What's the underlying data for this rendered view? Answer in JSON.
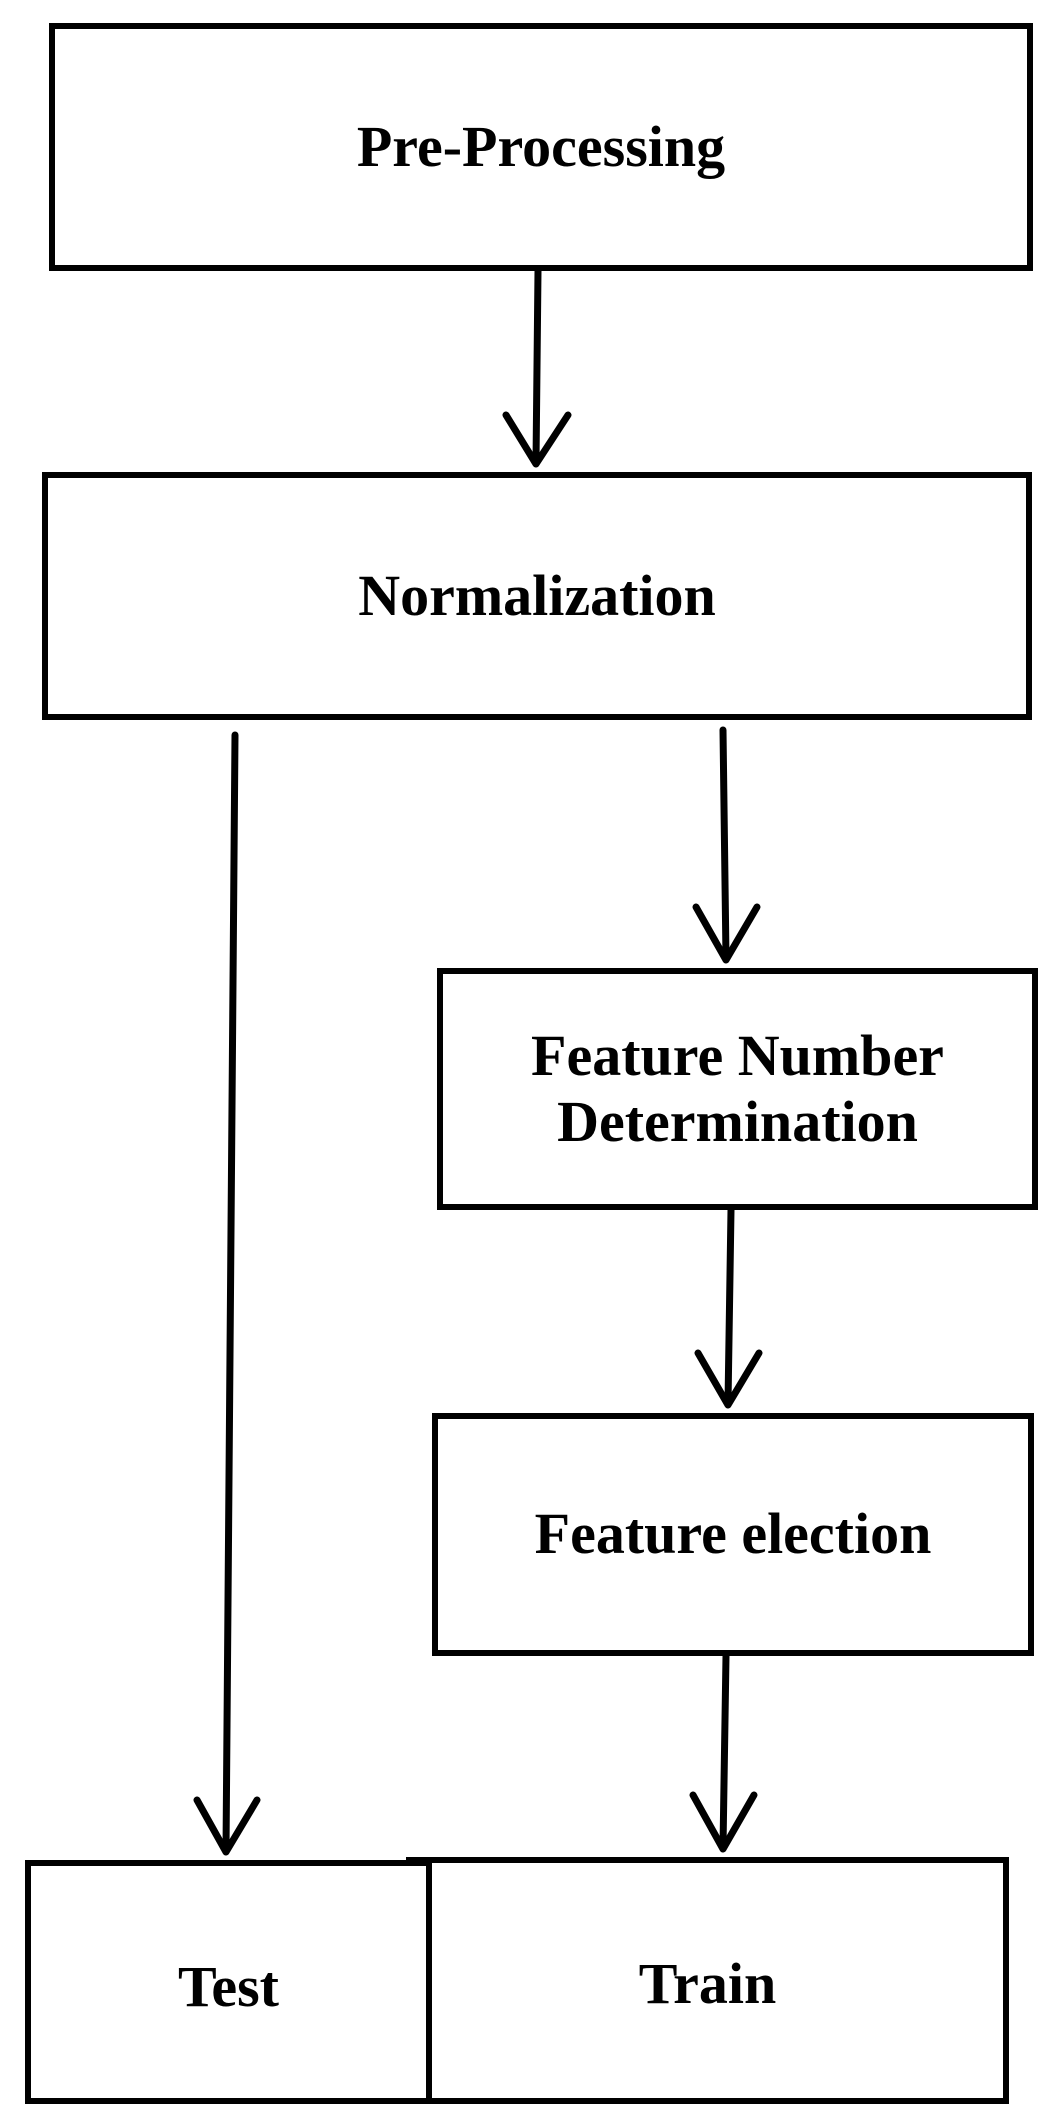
{
  "diagram": {
    "nodes": {
      "preprocessing": "Pre-Processing",
      "normalization": "Normalization",
      "feature_number": "Feature Number\nDetermination",
      "feature_election": "Feature election",
      "test": "Test",
      "train": "Train"
    },
    "edges": [
      {
        "from": "Pre-Processing",
        "to": "Normalization"
      },
      {
        "from": "Normalization",
        "to": "Test"
      },
      {
        "from": "Normalization",
        "to": "Feature Number Determination"
      },
      {
        "from": "Feature Number Determination",
        "to": "Feature election"
      },
      {
        "from": "Feature election",
        "to": "Train"
      }
    ],
    "colors": {
      "stroke": "#000000",
      "background": "#ffffff",
      "text": "#000000"
    }
  }
}
